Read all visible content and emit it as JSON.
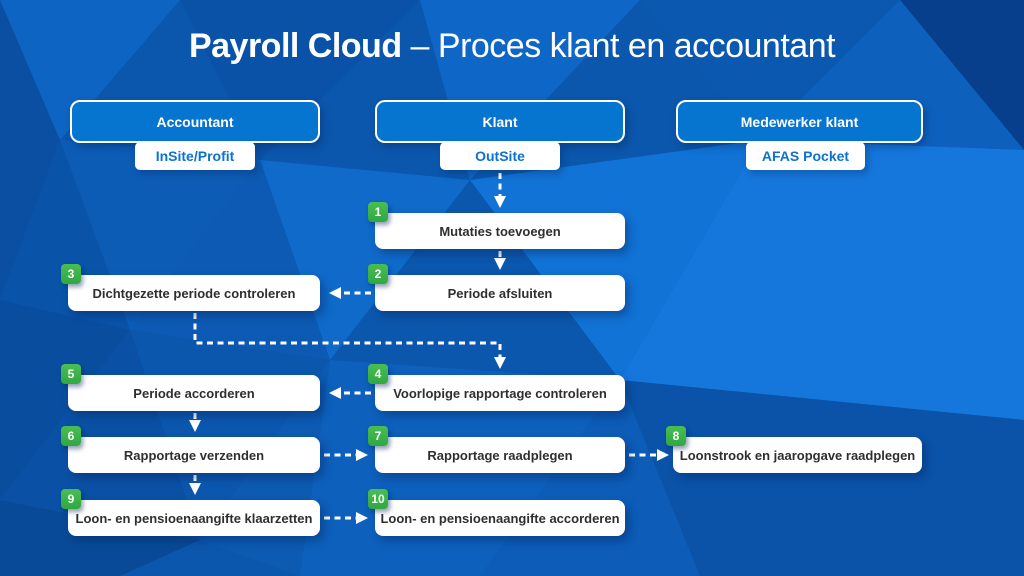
{
  "title": {
    "brand": "Payroll Cloud",
    "subtitle": "– Proces klant en accountant"
  },
  "columns": [
    {
      "header": "Accountant",
      "tool": "InSite/Profit"
    },
    {
      "header": "Klant",
      "tool": "OutSite"
    },
    {
      "header": "Medewerker klant",
      "tool": "AFAS Pocket"
    }
  ],
  "flow": {
    "boxes": [
      {
        "num": "1",
        "label": "Mutaties toevoegen",
        "column": "Klant"
      },
      {
        "num": "2",
        "label": "Periode afsluiten",
        "column": "Klant"
      },
      {
        "num": "3",
        "label": "Dichtgezette periode controleren",
        "column": "Accountant"
      },
      {
        "num": "4",
        "label": "Voorlopige rapportage controleren",
        "column": "Klant"
      },
      {
        "num": "5",
        "label": "Periode accorderen",
        "column": "Accountant"
      },
      {
        "num": "6",
        "label": "Rapportage verzenden",
        "column": "Accountant"
      },
      {
        "num": "7",
        "label": "Rapportage raadplegen",
        "column": "Klant"
      },
      {
        "num": "8",
        "label": "Loonstrook en jaaropgave raadplegen",
        "column": "Medewerker klant"
      },
      {
        "num": "9",
        "label": "Loon- en pensioenaangifte klaarzetten",
        "column": "Accountant"
      },
      {
        "num": "10",
        "label": "Loon- en pensioenaangifte accorderen",
        "column": "Klant"
      }
    ],
    "connections": [
      {
        "from": "OutSite",
        "to": "1"
      },
      {
        "from": "1",
        "to": "2"
      },
      {
        "from": "2",
        "to": "3"
      },
      {
        "from": "3",
        "to": "4"
      },
      {
        "from": "4",
        "to": "5"
      },
      {
        "from": "5",
        "to": "6"
      },
      {
        "from": "6",
        "to": "7"
      },
      {
        "from": "7",
        "to": "8"
      },
      {
        "from": "6",
        "to": "9"
      },
      {
        "from": "9",
        "to": "10"
      }
    ]
  },
  "colors": {
    "background": "#0b57ad",
    "header_fill": "#0675d0",
    "tool_text": "#0b72d0",
    "badge_green": "#3cb44a",
    "box_text": "#2f2f2f",
    "arrow": "#ffffff"
  }
}
